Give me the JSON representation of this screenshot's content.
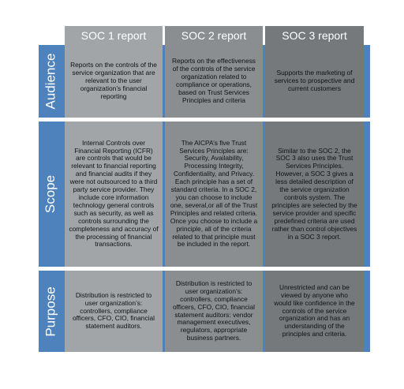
{
  "headers": [
    "SOC 1 report",
    "SOC 2 report",
    "SOC 3 report"
  ],
  "rows": [
    {
      "label": "Audience",
      "cells": [
        "Reports on the controls of the service organization that are relevant to the user organization’s financial reporting",
        "Reports on the effectiveness of the controls of the service organization related to compliance or operations, based on Trust Services Principles and criteria",
        "Supports the marketing of services to prospective and current customers"
      ]
    },
    {
      "label": "Scope",
      "cells": [
        "Internal Controls over Financial Reporting (ICFR) are controls that would be relevant to financial reporting and financial audits if they were not outsourced to a third party service provider. They include core information technology general controls such as security, as well as controls surrounding the completeness and accuracy of the processing of financial transactions.",
        "The AICPA’s five Trust Services Principles are: Security, Availability, Processing Integrity, Confidentiality, and Privacy. Each principle has a set of standard criteria. In a SOC 2, you can choose to include one, several,or all of the Trust Principles and related criteria. Once you choose to include a principle, all of the criteria related to that principle must be included in the report.",
        "Similar to the SOC 2, the SOC 3 also uses the Trust Services Principles. However, a SOC 3 gives a less detailed description of the service organization controls system. The principles are selected by the service provider and specific predefined criteria are used rather than control objectives in a SOC 3 report."
      ]
    },
    {
      "label": "Purpose",
      "cells": [
        "Distribution is restricted to user organization’s: controllers, compliance officers, CFO, CIO, financial statement auditors.",
        "Distribution is restricted to user organization’s: controllers, compliance officers, CFO, CIO, financial statement auditors: vendor management executives, regulators, appropriate business partners.",
        "Unrestricted and can be viewed by anyone who would like confidence in the controls of the service organization and has an understanding of the principles and criteria."
      ]
    }
  ],
  "colors": {
    "row_band": "#4d82bd",
    "col1": "#a2a5a8",
    "col2": "#8a8e91",
    "col3": "#76797c"
  }
}
